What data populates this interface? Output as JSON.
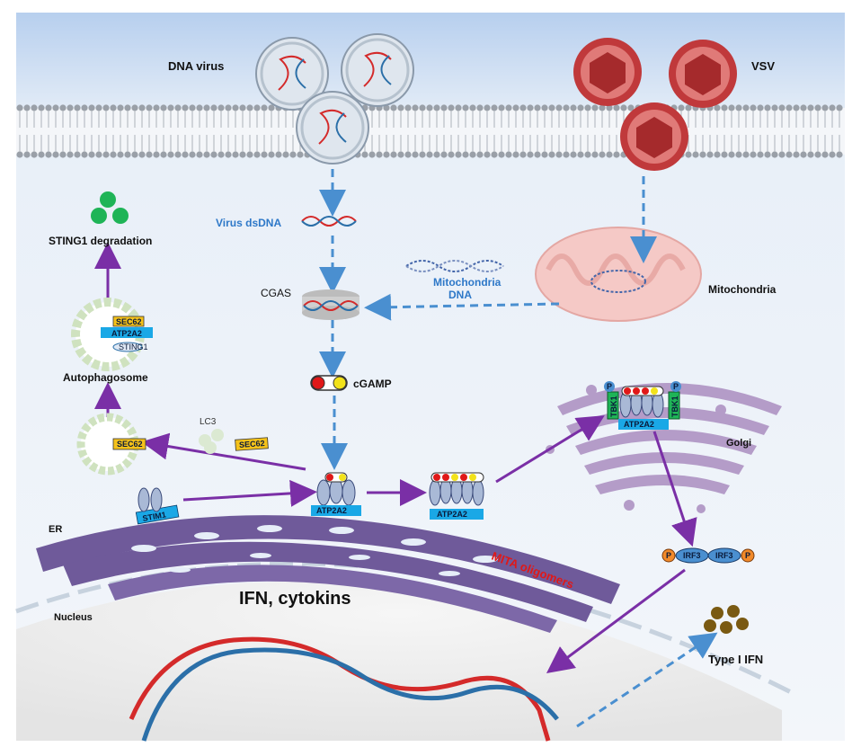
{
  "labels": {
    "dna_virus": "DNA virus",
    "vsv": "VSV",
    "virus_dsdna": "Virus dsDNA",
    "cgas": "CGAS",
    "mito_dna_line1": "Mitochondria",
    "mito_dna_line2": "DNA",
    "mitochondria": "Mitochondria",
    "cgamp": "cGAMP",
    "sting1_degradation": "STING1 degradation",
    "autophagosome": "Autophagosome",
    "lc3": "LC3",
    "golgi": "Golgi",
    "er": "ER",
    "nucleus": "Nucleus",
    "mita_oligomers": "MITA oligomers",
    "ifn_cytokins": "IFN, cytokins",
    "type1_ifn": "Type I IFN"
  },
  "proteins": {
    "sec62": "SEC62",
    "atp2a2": "ATP2A2",
    "sting1": "STING1",
    "stim1": "STIM1",
    "tbk1": "TBK1",
    "irf3": "IRF3",
    "p": "P"
  },
  "colors": {
    "sky": "#c9dcf2",
    "membrane": "#9aa0a8",
    "blue_arrow": "#4a8fd0",
    "purple_arrow": "#7a2fa6",
    "virus_red": "#c0393b",
    "mito": "#f5c9c6",
    "er": "#6f5a9a",
    "golgi": "#b49cc8",
    "dna_red": "#d42a2a",
    "dna_blue": "#2b6fa8",
    "atp2a2_box": "#1aa8e6",
    "mita_red": "#e01818"
  }
}
